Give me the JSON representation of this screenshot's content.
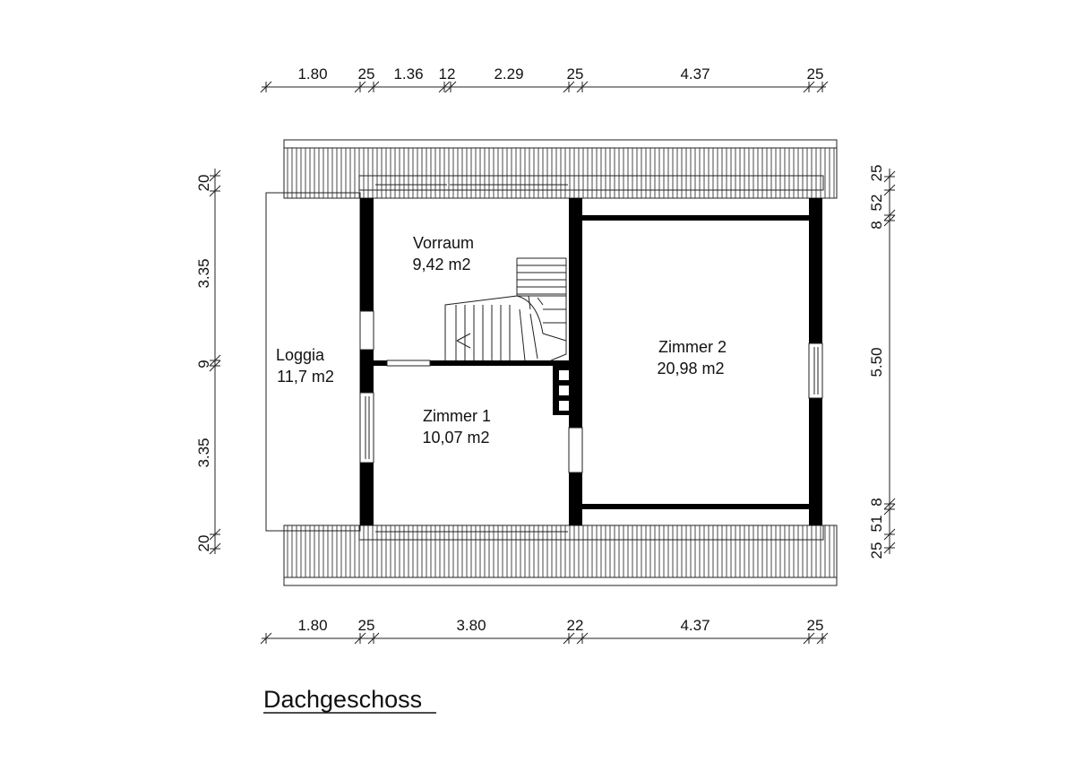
{
  "title": "Dachgeschoss",
  "rooms": {
    "vorraum": {
      "name": "Vorraum",
      "area": "9,42 m2"
    },
    "loggia": {
      "name": "Loggia",
      "area": "11,7 m2"
    },
    "zimmer1": {
      "name": "Zimmer 1",
      "area": "10,07 m2"
    },
    "zimmer2": {
      "name": "Zimmer 2",
      "area": "20,98 m2"
    }
  },
  "dimensions": {
    "top": [
      "1.80",
      "25",
      "1.36",
      "12",
      "2.29",
      "25",
      "4.37",
      "25"
    ],
    "bottom": [
      "1.80",
      "25",
      "3.80",
      "22",
      "4.37",
      "25"
    ],
    "left": [
      "20",
      "3.35",
      "9",
      "3.35",
      "20"
    ],
    "right": [
      "25",
      "52",
      "8",
      "5.50",
      "8",
      "51",
      "25"
    ]
  }
}
